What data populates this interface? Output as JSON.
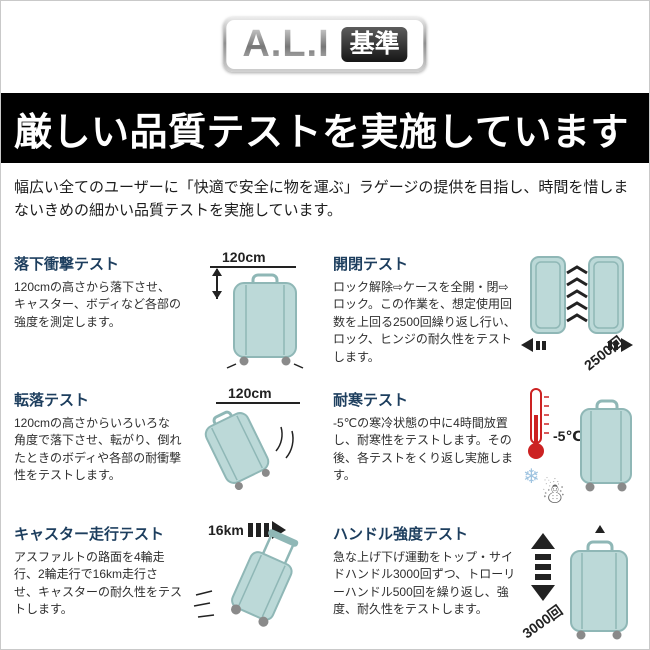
{
  "logo": {
    "brand": "A.L.I",
    "badge": "基準"
  },
  "banner": {
    "title": "厳しい品質テストを実施しています"
  },
  "intro": "幅広い全てのユーザーに「快適で安全に物を運ぶ」ラゲージの提供を目指し、時間を惜しまないきめの細かい品質テストを実施しています。",
  "icons": {
    "snowflake": "❄",
    "snowman": "☃"
  },
  "tests": [
    {
      "title": "落下衝撃テスト",
      "description": "120cmの高さから落下させ、キャスター、ボディなど各部の強度を測定します。",
      "label": "120cm"
    },
    {
      "title": "開閉テスト",
      "description": "ロック解除⇨ケースを全開・閉⇨ロック。この作業を、想定使用回数を上回る2500回繰り返し行い、ロック、ヒンジの耐久性をテストします。",
      "label": "2500回"
    },
    {
      "title": "転落テスト",
      "description": "120cmの高さからいろいろな角度で落下させ、転がり、倒れたときのボディや各部の耐衝撃性をテストします。",
      "label": "120cm"
    },
    {
      "title": "耐寒テスト",
      "description": "-5℃の寒冷状態の中に4時間放置し、耐寒性をテストします。その後、各テストをくり返し実施します。",
      "label": "-5℃"
    },
    {
      "title": "キャスター走行テスト",
      "description": "アスファルトの路面を4輪走行、2輪走行で16km走行させ、キャスターの耐久性をテストします。",
      "label": "16km"
    },
    {
      "title": "ハンドル強度テスト",
      "description": "急な上げ下げ運動をトップ・サイドハンドル3000回ずつ、トローリーハンドル500回を繰り返し、強度、耐久性をテストします。",
      "label": "3000回"
    }
  ],
  "colors": {
    "accent_heading": "#1d3e5e",
    "suitcase_fill": "#bcd9d8",
    "banner_bg": "#000000"
  }
}
